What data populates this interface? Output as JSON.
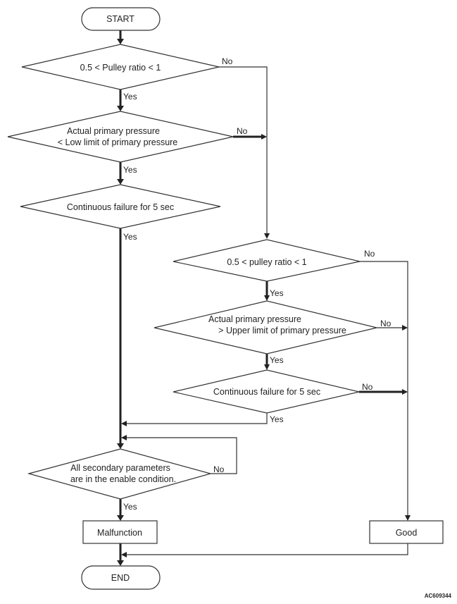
{
  "start_label": "START",
  "end_label": "END",
  "decisions": [
    {
      "line1": "0.5 < Pulley ratio < 1",
      "line2": ""
    },
    {
      "line1": "Actual primary pressure",
      "line2": "< Low limit of primary pressure"
    },
    {
      "line1": "Continuous failure for 5 sec",
      "line2": ""
    },
    {
      "line1": "0.5 < pulley ratio < 1",
      "line2": ""
    },
    {
      "line1": "Actual primary pressure",
      "line2": "> Upper limit of primary pressure"
    },
    {
      "line1": "Continuous failure for 5 sec",
      "line2": ""
    },
    {
      "line1": "All secondary parameters",
      "line2": "are in the enable condition."
    }
  ],
  "branch_labels": {
    "yes": "Yes",
    "no": "No"
  },
  "results": {
    "malfunction": "Malfunction",
    "good": "Good"
  },
  "figure_code": "AC609344"
}
